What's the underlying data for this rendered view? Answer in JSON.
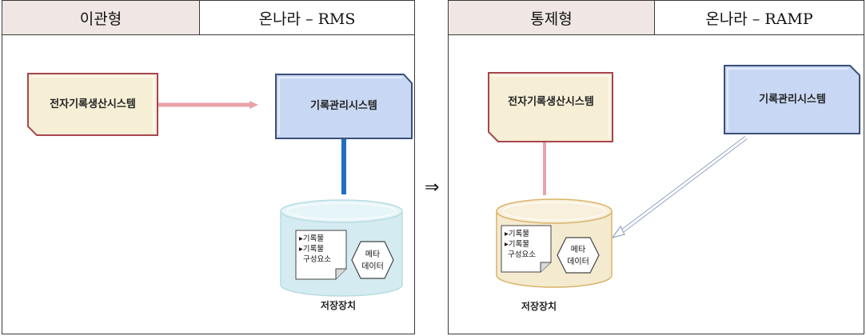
{
  "left_panel": {
    "type_label": "이관형",
    "system_label": "온나라 – RMS",
    "producer_label": "전자기록생산시스템",
    "manager_label": "기록관리시스템",
    "doc_line1": "▸기록물",
    "doc_line2": "▸기록물",
    "doc_line3": "구성요소",
    "meta_line1": "메타",
    "meta_line2": "데이터",
    "storage_label": "저장장치"
  },
  "right_panel": {
    "type_label": "통제형",
    "system_label": "온나라 – RAMP",
    "producer_label": "전자기록생산시스템",
    "manager_label": "기록관리시스템",
    "doc_line1": "▸기록물",
    "doc_line2": "▸기록물",
    "doc_line3": "구성요소",
    "meta_line1": "메타",
    "meta_line2": "데이터",
    "storage_label": "저장장치"
  },
  "transition_symbol": "⇒",
  "colors": {
    "producer_fill": "#f6efd6",
    "producer_edge": "#a7454f",
    "manager_fill": "#c8d8f4",
    "manager_edge": "#3a4f78",
    "cylinder_left": "#d4ecf1",
    "cylinder_right": "#f4ead0",
    "pink_line": "#e9a3a8",
    "blue_line": "#1f6fbf"
  }
}
